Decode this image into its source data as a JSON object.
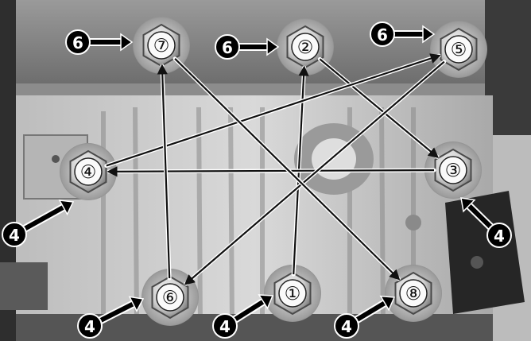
{
  "colors": {
    "photo_light": "#cfcfcf",
    "photo_dark": "#1f1f1f",
    "arrow_line": "#111111",
    "arrow_halo": "#ffffff",
    "callout_fill": "#000000"
  },
  "bolts": [
    {
      "id": "1",
      "label": "①"
    },
    {
      "id": "2",
      "label": "②"
    },
    {
      "id": "3",
      "label": "③"
    },
    {
      "id": "4",
      "label": "④"
    },
    {
      "id": "5",
      "label": "⑤"
    },
    {
      "id": "6",
      "label": "⑥"
    },
    {
      "id": "7",
      "label": "⑦"
    },
    {
      "id": "8",
      "label": "⑧"
    }
  ],
  "sequence": [
    "1",
    "2",
    "3",
    "4",
    "5",
    "6",
    "7",
    "8"
  ],
  "callouts": [
    {
      "id": "c7",
      "target": "7",
      "value": "6"
    },
    {
      "id": "c2",
      "target": "2",
      "value": "6"
    },
    {
      "id": "c5",
      "target": "5",
      "value": "6"
    },
    {
      "id": "c4",
      "target": "4",
      "value": "4"
    },
    {
      "id": "c3",
      "target": "3",
      "value": "4"
    },
    {
      "id": "c6",
      "target": "6",
      "value": "4"
    },
    {
      "id": "c1",
      "target": "1",
      "value": "4"
    },
    {
      "id": "c8",
      "target": "8",
      "value": "4"
    }
  ]
}
